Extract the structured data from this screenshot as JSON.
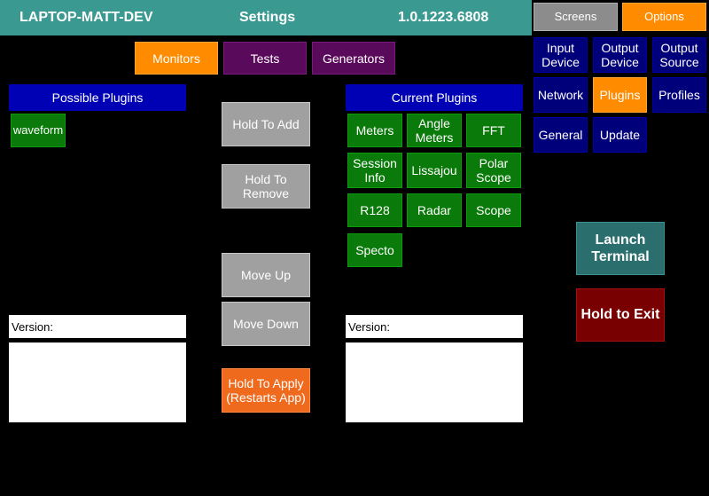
{
  "header": {
    "machine": "LAPTOP-MATT-DEV",
    "title": "Settings",
    "version": "1.0.1223.6808"
  },
  "top_nav": {
    "screens": "Screens",
    "options": "Options"
  },
  "options_grid": {
    "input_device": "Input\nDevice",
    "output_device": "Output\nDevice",
    "output_source": "Output\nSource",
    "network": "Network",
    "plugins": "Plugins",
    "profiles": "Profiles",
    "general": "General",
    "update": "Update"
  },
  "tabs": {
    "monitors": "Monitors",
    "tests": "Tests",
    "generators": "Generators"
  },
  "possible_plugins": {
    "header": "Possible Plugins",
    "items": [
      "waveform"
    ],
    "version_label": "Version:"
  },
  "actions": {
    "add": "Hold To Add",
    "remove": "Hold To Remove",
    "move_up": "Move Up",
    "move_down": "Move Down",
    "apply": "Hold To Apply\n(Restarts App)"
  },
  "current_plugins": {
    "header": "Current Plugins",
    "items": [
      "Meters",
      "Angle\nMeters",
      "FFT",
      "Session\nInfo",
      "Lissajou",
      "Polar\nScope",
      "R128",
      "Radar",
      "Scope",
      "Specto"
    ],
    "version_label": "Version:"
  },
  "system": {
    "launch_terminal": "Launch\nTerminal",
    "exit": "Hold to Exit"
  },
  "colors": {
    "header_bar": "#3a9a91",
    "plugin_green": "#0a7a0a",
    "navy": "#00007a",
    "selected_orange": "#ff8c00",
    "tab_purple": "#5a0a5a",
    "action_grey": "#a0a0a0",
    "apply_orange": "#f06a1e",
    "terminal_teal": "#2a6e6e",
    "exit_maroon": "#780000"
  }
}
